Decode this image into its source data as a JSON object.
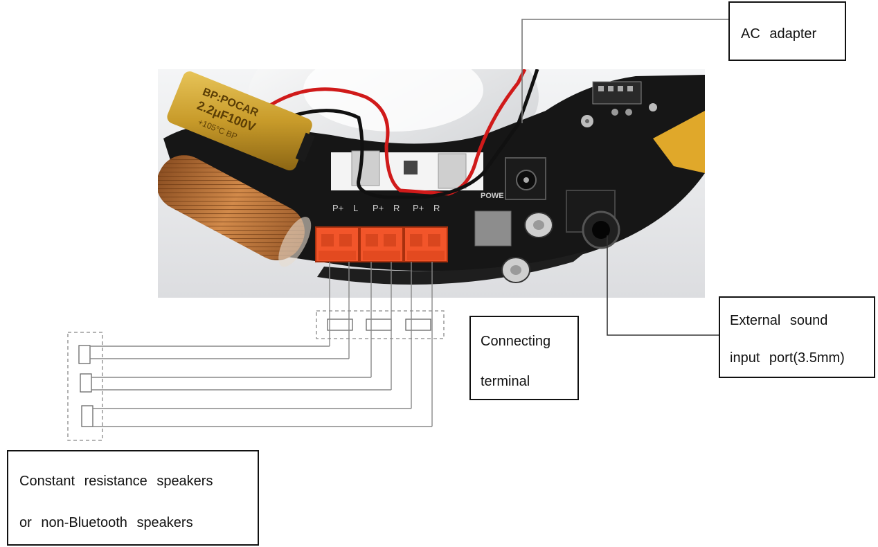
{
  "labels": {
    "ac_adapter": "AC   adapter",
    "external_sound_line1": "External   sound",
    "external_sound_line2": "input   port(3.5mm)",
    "connecting_terminal_line1": "Connecting",
    "connecting_terminal_line2": "terminal",
    "speakers_line1": "Constant   resistance   speakers",
    "speakers_line2": "or   non-Bluetooth   speakers"
  },
  "photo": {
    "capacitor_lines": [
      "BP:POCAR",
      "2.2μF100V",
      "+105°C BP"
    ],
    "terminal_labels": [
      "P+",
      "L",
      "P+",
      "R",
      "P+",
      "R"
    ],
    "power_label": "POWE"
  },
  "colors": {
    "terminal_orange": "#f2552a",
    "pcb": "#161616",
    "capacitor": "#c89b2a",
    "coil": "#b5713a",
    "red_wire": "#d01a1a",
    "yellow_tape": "#e0a82a"
  }
}
